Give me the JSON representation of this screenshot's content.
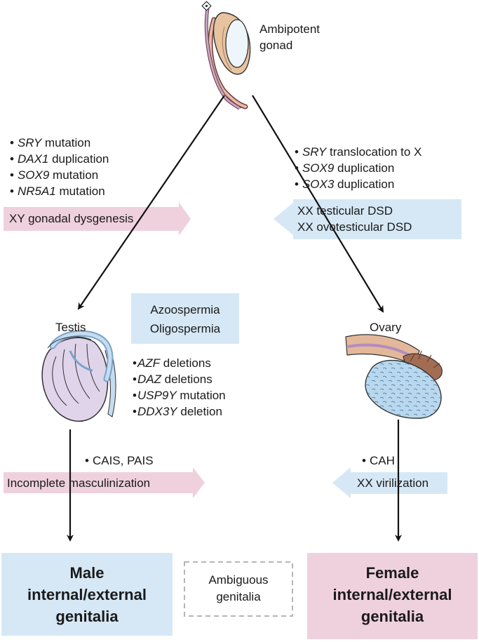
{
  "gonad_label_line1": "Ambipotent",
  "gonad_label_line2": "gonad",
  "left_causes": [
    {
      "gene": "SRY",
      "rest": " mutation"
    },
    {
      "gene": "DAX1",
      "rest": " duplication"
    },
    {
      "gene": "SOX9",
      "rest": " mutation"
    },
    {
      "gene": "NR5A1",
      "rest": " mutation"
    }
  ],
  "xy_gonadal_label": "XY gonadal dysgenesis",
  "right_causes": [
    {
      "gene": "SRY",
      "rest": " translocation to X"
    },
    {
      "gene": "SOX9",
      "rest": " duplication"
    },
    {
      "gene": "SOX3",
      "rest": " duplication"
    }
  ],
  "xx_dsd_line1": "XX testicular DSD",
  "xx_dsd_line2": "XX ovotesticular DSD",
  "testis_label": "Testis",
  "ovary_label": "Ovary",
  "spermia_line1": "Azoospermia",
  "spermia_line2": "Oligospermia",
  "testis_causes": [
    {
      "gene": "AZF",
      "rest": " deletions"
    },
    {
      "gene": "DAZ",
      "rest": " deletions"
    },
    {
      "gene": "USP9Y",
      "rest": " mutation"
    },
    {
      "gene": "DDX3Y",
      "rest": " deletion"
    }
  ],
  "cais_label": "CAIS, PAIS",
  "incomplete_masc_label": "Incomplete masculinization",
  "cah_label": "CAH",
  "xx_virilization_label": "XX virilization",
  "male_line1": "Male",
  "male_line2": "internal/external",
  "male_line3": "genitalia",
  "ambiguous_line1": "Ambiguous",
  "ambiguous_line2": "genitalia",
  "female_line1": "Female",
  "female_line2": "internal/external",
  "female_line3": "genitalia",
  "colors": {
    "pink": "#efd1de",
    "blue": "#d6e8f5",
    "arrow": "#111111"
  }
}
